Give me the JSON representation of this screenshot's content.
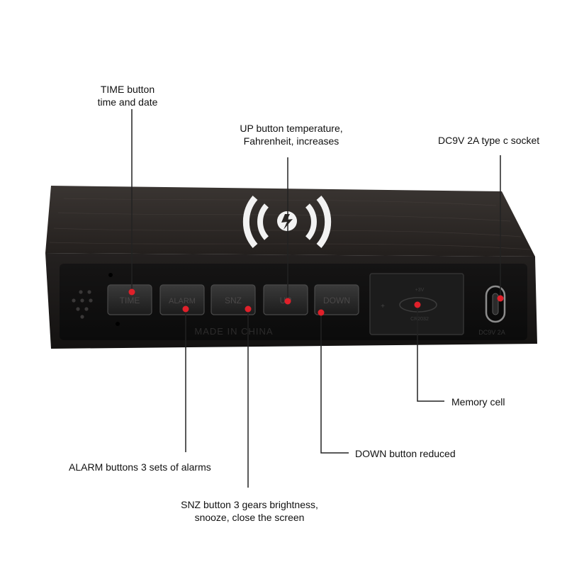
{
  "callouts": {
    "time": "TIME button\ntime and date",
    "up": "UP button temperature,\nFahrenheit, increases",
    "dc": "DC9V 2A type c socket",
    "memory": "Memory cell",
    "down": "DOWN button reduced",
    "alarm": "ALARM buttons 3 sets of alarms",
    "snz": "SNZ button 3 gears brightness,\nsnooze, close the screen"
  },
  "device": {
    "buttons": [
      "TIME",
      "ALARM",
      "SNZ",
      "UP",
      "DOWN"
    ],
    "made_in": "MADE IN CHINA",
    "battery_top": "+3V",
    "battery_bottom": "CR2032",
    "power_rating": "DC9V 2A"
  },
  "colors": {
    "marker": "#e0202a",
    "leader": "#222222",
    "wood_top": "#2a2624",
    "wood_front": "#1a1817",
    "wireless_logo": "#f2f2f2"
  },
  "icons": {
    "wireless": "wireless-charging-icon",
    "speaker": "speaker-grille-icon",
    "usb_c": "usb-c-port-icon"
  }
}
